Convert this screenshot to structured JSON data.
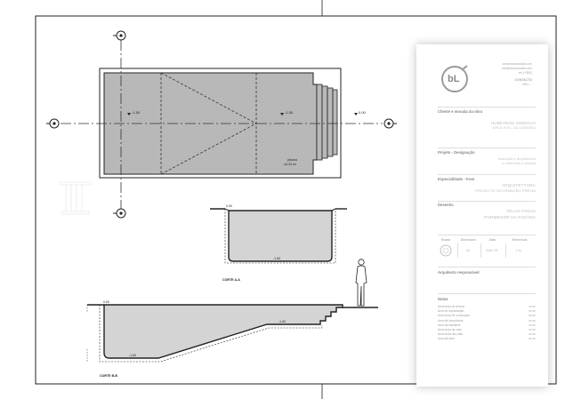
{
  "colors": {
    "pool_fill": "#b9b9b9",
    "section_fill": "#d4d4d4",
    "line": "#222222",
    "axis": "#333333"
  },
  "labels": {
    "plan_level_left": "-1.50",
    "plan_level_right": "-1.50",
    "plan_level_outside": "0.00",
    "plan_area_title": "piscina",
    "plan_area_value": "±A 33 m²",
    "section_aa_top": "0.00",
    "section_aa_bottom": "-1.50",
    "section_aa_title": "CORTE A-A",
    "section_bb_top": "0.00",
    "section_bb_mid": "-1.00",
    "section_bb_bottom": "-1.60",
    "section_bb_title": "CORTE B-B"
  },
  "sheet": {
    "logo_text": "bL",
    "url_lines": [
      "www.brasanadia.com",
      "info@brasanadia.com",
      "tel (+351)",
      "CONTACTO",
      "+351 ..."
    ],
    "client_title": "Cliente e morada da obra",
    "client_lines": [
      "HUBETENS SIMEOLO",
      "ARCA E EL. ALLOZNEBO"
    ],
    "project_title": "Projeto - Designação",
    "project_lines": [
      "execução e arquitectura",
      "e exteriores e piscina"
    ],
    "specialty_title": "Especialidade - Fase",
    "specialty_lines": [
      "ARQUITETTURA",
      "PROJECTO INFORMAÇÃO PRÉVIA"
    ],
    "drawing_title": "Desenho",
    "drawing_lines": [
      "TELAS FINAIS",
      "PORMENOR DA PISCINA"
    ],
    "table_headers": [
      "Escala",
      "Dimensões",
      "Data",
      "Referência"
    ],
    "table_values": [
      "",
      "A3",
      "2018 / 03",
      "1.xx"
    ],
    "author_title": "Arquitecto responsável",
    "notes_title": "Notas",
    "notes_rows": [
      [
        "Area bruta de terreno",
        "xx m²"
      ],
      [
        "Area de implantação",
        "xx m²"
      ],
      [
        "Area bruta de construção",
        "xx m²"
      ],
      [
        "Area útil descoberta",
        "xx m²"
      ],
      [
        "Area útil habitável",
        "xx m²"
      ],
      [
        "Area bruta da cave",
        "xx m²"
      ],
      [
        "Area bruta rés-chão",
        "xx m²"
      ],
      [
        "Area útil total",
        "xx m²"
      ]
    ]
  }
}
